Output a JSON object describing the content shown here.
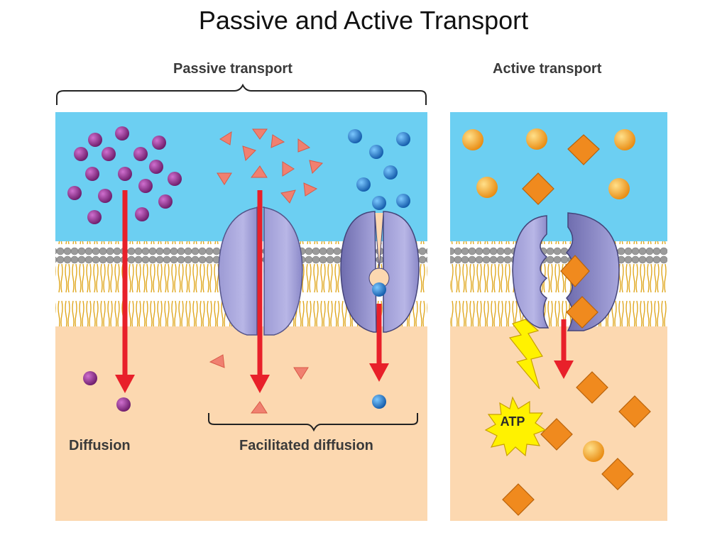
{
  "title": "Passive and Active Transport",
  "labels": {
    "passive_transport": "Passive transport",
    "active_transport": "Active transport",
    "diffusion": "Diffusion",
    "facilitated_diffusion": "Facilitated diffusion",
    "atp": "ATP"
  },
  "colors": {
    "extracellular": "#6ccff2",
    "intracellular": "#fcd8b0",
    "lipid_head": "#9b9b9b",
    "lipid_tail": "#f0c64a",
    "protein": "#a9a9d8",
    "protein_dark": "#7a78b8",
    "arrow": "#e8202a",
    "purple_molecule": "#8c2a8a",
    "red_triangle": "#f08070",
    "blue_molecule": "#1e78c8",
    "orange_sphere": "#f5a623",
    "orange_diamond": "#f08a1e",
    "atp_burst": "#fff200"
  }
}
